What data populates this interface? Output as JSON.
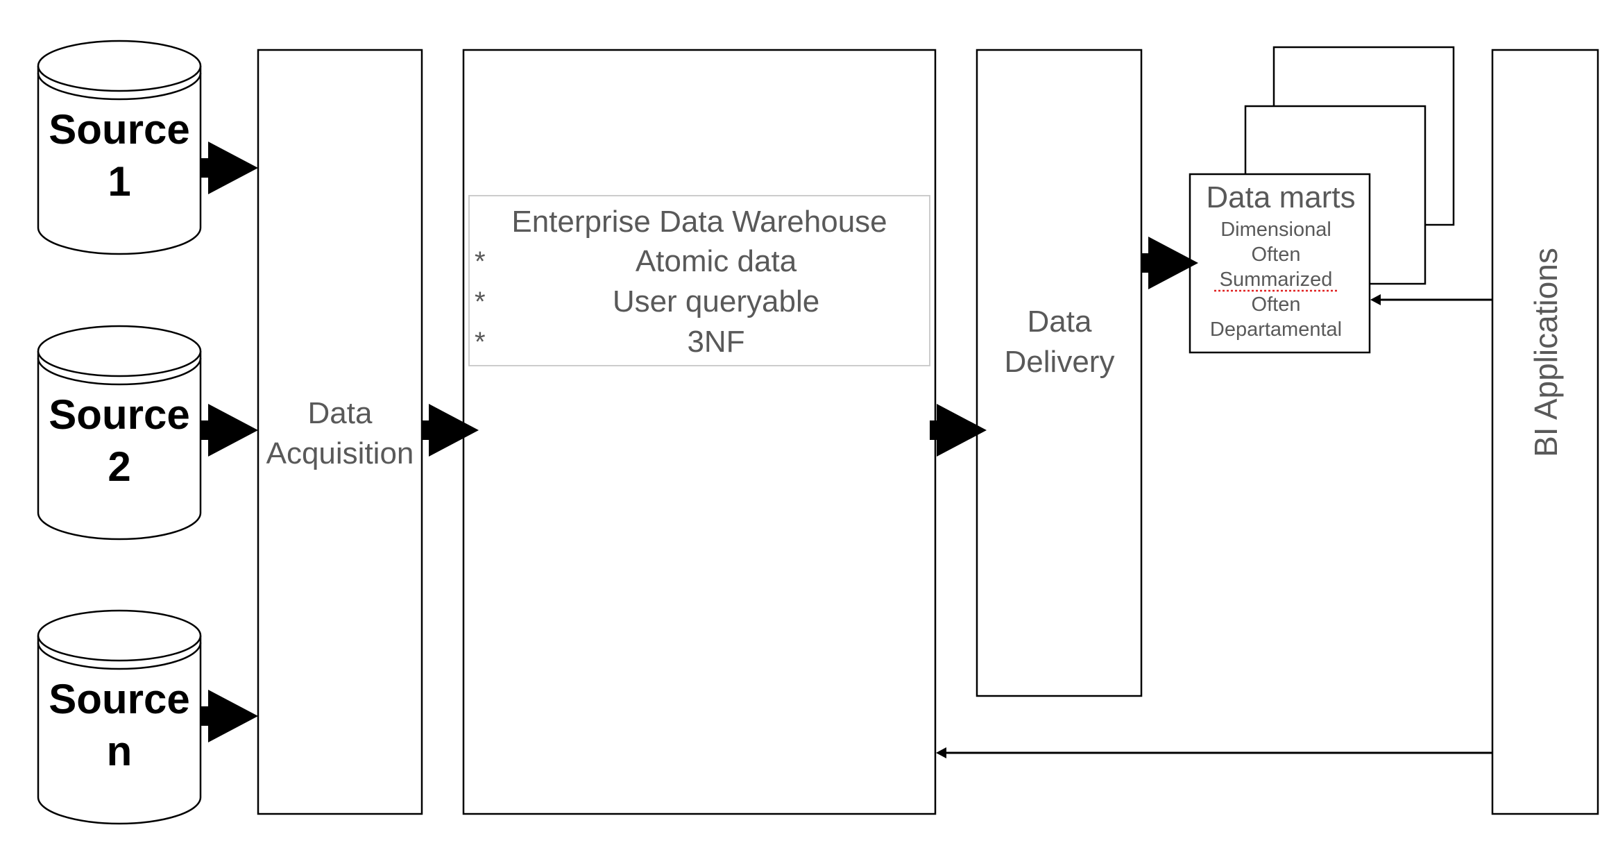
{
  "sources": [
    {
      "line1": "Source",
      "line2": "1"
    },
    {
      "line1": "Source",
      "line2": "2"
    },
    {
      "line1": "Source",
      "line2": "n"
    }
  ],
  "acquisition": {
    "line1": "Data",
    "line2": "Acquisition"
  },
  "edw": {
    "title": "Enterprise Data Warehouse",
    "bullet": "*",
    "items": [
      "Atomic data",
      "User queryable",
      "3NF"
    ]
  },
  "delivery": {
    "line1": "Data",
    "line2": "Delivery"
  },
  "data_marts": {
    "title": "Data marts",
    "lines": [
      "Dimensional",
      "Often",
      "Summarized",
      "Often",
      "Departamental"
    ]
  },
  "bi": {
    "label": "BI Applications"
  },
  "colors": {
    "text_grey": "#595959",
    "stroke": "#000000",
    "spellcheck_underline": "#e02020"
  }
}
